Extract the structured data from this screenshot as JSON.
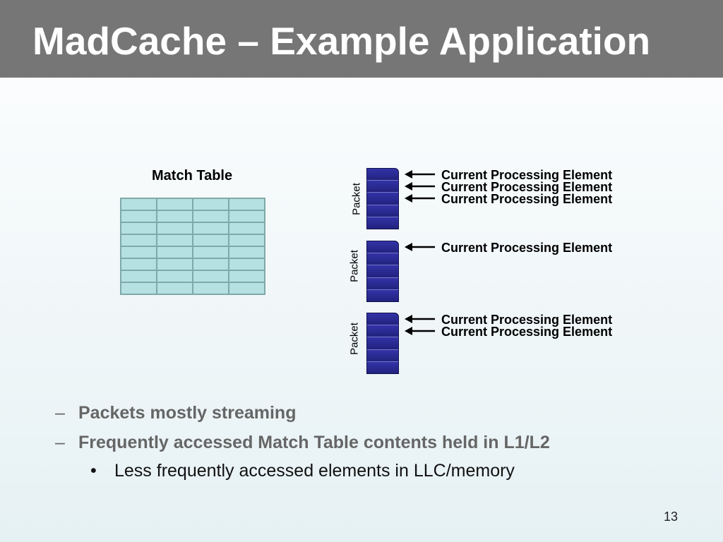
{
  "slide": {
    "title": "MadCache – Example Application",
    "number": "13"
  },
  "match_table": {
    "title": "Match Table",
    "rows": 8,
    "columns": 4,
    "colors": {
      "cell": "#b6e1e2",
      "border": "#7fa8a8"
    }
  },
  "packets": [
    {
      "label": "Packet",
      "slots": 5,
      "elements": [
        "Current Processing Element",
        "Current Processing Element",
        "Current Processing Element"
      ]
    },
    {
      "label": "Packet",
      "slots": 5,
      "elements": [
        "Current Processing Element"
      ]
    },
    {
      "label": "Packet",
      "slots": 5,
      "elements": [
        "Current Processing Element",
        "Current Processing Element"
      ]
    }
  ],
  "bullets": [
    {
      "marker": "–",
      "text": "Packets mostly streaming"
    },
    {
      "marker": "–",
      "text": "Frequently accessed Match Table contents held in L1/L2"
    }
  ],
  "sub_bullets": [
    {
      "marker": "•",
      "text": "Less frequently accessed elements in LLC/memory"
    }
  ],
  "colors": {
    "title_bar": "#767676",
    "packet": "#272790",
    "bullet_text": "#666666"
  }
}
